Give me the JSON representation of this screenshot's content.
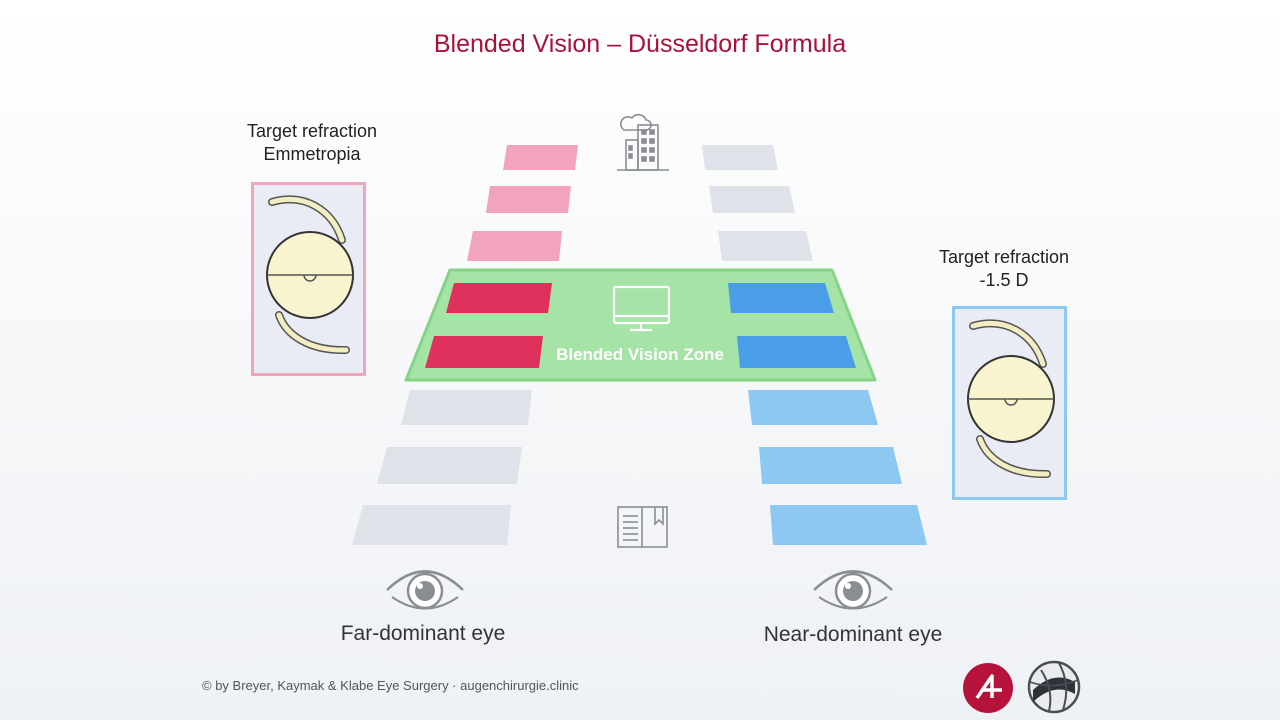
{
  "title": "Blended Vision – Düsseldorf Formula",
  "left_target": {
    "line1": "Target refraction",
    "line2": "Emmetropia"
  },
  "right_target": {
    "line1": "Target refraction",
    "line2": "-1.5 D"
  },
  "zone_label": "Blended Vision Zone",
  "far_eye_label": "Far-dominant eye",
  "near_eye_label": "Near-dominant eye",
  "footer": "© by Breyer, Kaymak & Klabe Eye Surgery · augenchirurgie.clinic",
  "icons": [
    "building-icon",
    "monitor-icon",
    "book-icon",
    "eye-icon",
    "intraocular-lens-icon",
    "logo-a-icon",
    "logo-globe-icon"
  ],
  "colors": {
    "title": "#a8123a",
    "far_pink_light": "#f2a4bd",
    "far_red": "#e0305c",
    "near_blue": "#4a9ee8",
    "near_blue_light": "#8cc8f2",
    "neutral_gray": "#dfe2e8",
    "zone_green": "#a6e3a6"
  }
}
